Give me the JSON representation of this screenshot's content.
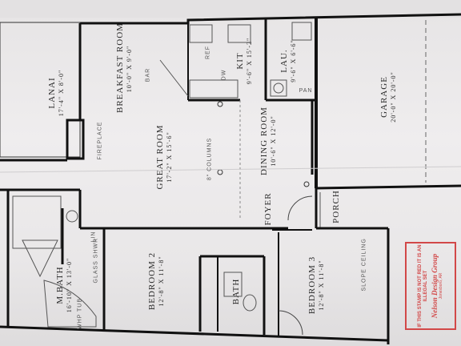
{
  "rooms": {
    "lanai": {
      "name": "LANAI",
      "dim": "17'-4\" X 8'-0\""
    },
    "breakfast": {
      "name": "BREAKFAST ROOM",
      "dim": "10'-0\" X 9'-0\""
    },
    "kit": {
      "name": "KIT",
      "dim": "9'-6\" X 15'-2\""
    },
    "lau": {
      "name": "LAU.",
      "dim": "9'-6\" X 6'-6\""
    },
    "garage": {
      "name": "GARAGE",
      "dim": "20'-0\" X 20'-0\""
    },
    "great_room": {
      "name": "GREAT ROOM",
      "dim": "17'-2\" X 15'-6\""
    },
    "dining": {
      "name": "DINING ROOM",
      "dim": "10'-6\" X 12'-0\""
    },
    "foyer": {
      "name": "FOYER"
    },
    "porch": {
      "name": "PORCH"
    },
    "bedroom2": {
      "name": "BEDROOM 2",
      "dim": "12'-8\" X 11'-8\""
    },
    "bath": {
      "name": "BATH"
    },
    "bedroom3": {
      "name": "BEDROOM 3",
      "dim": "12'-8\" X 11'-8\""
    },
    "mbath": {
      "name": "M.BATH",
      "dim": "16'-10\" X 13'-0\""
    }
  },
  "fixtures": {
    "fireplace": "FIREPLACE",
    "columns": "8\" COLUMNS",
    "slope": "SLOPE CEILING",
    "bar": "BAR",
    "ref": "REF",
    "dw": "DW",
    "pan": "PAN",
    "glass_shwr": "GLASS SHWR",
    "whp_tub": "WHP TUB",
    "lin": "LIN"
  },
  "stamp": {
    "warning": "IF THIS STAMP IS NOT RED IT IS AN ILLEGAL SET",
    "logo": "Nelson Design Group",
    "footer": "Jonesboro, AR"
  },
  "colors": {
    "paper": "#e9e7e8",
    "ink": "#111111",
    "stamp": "#d24848"
  }
}
